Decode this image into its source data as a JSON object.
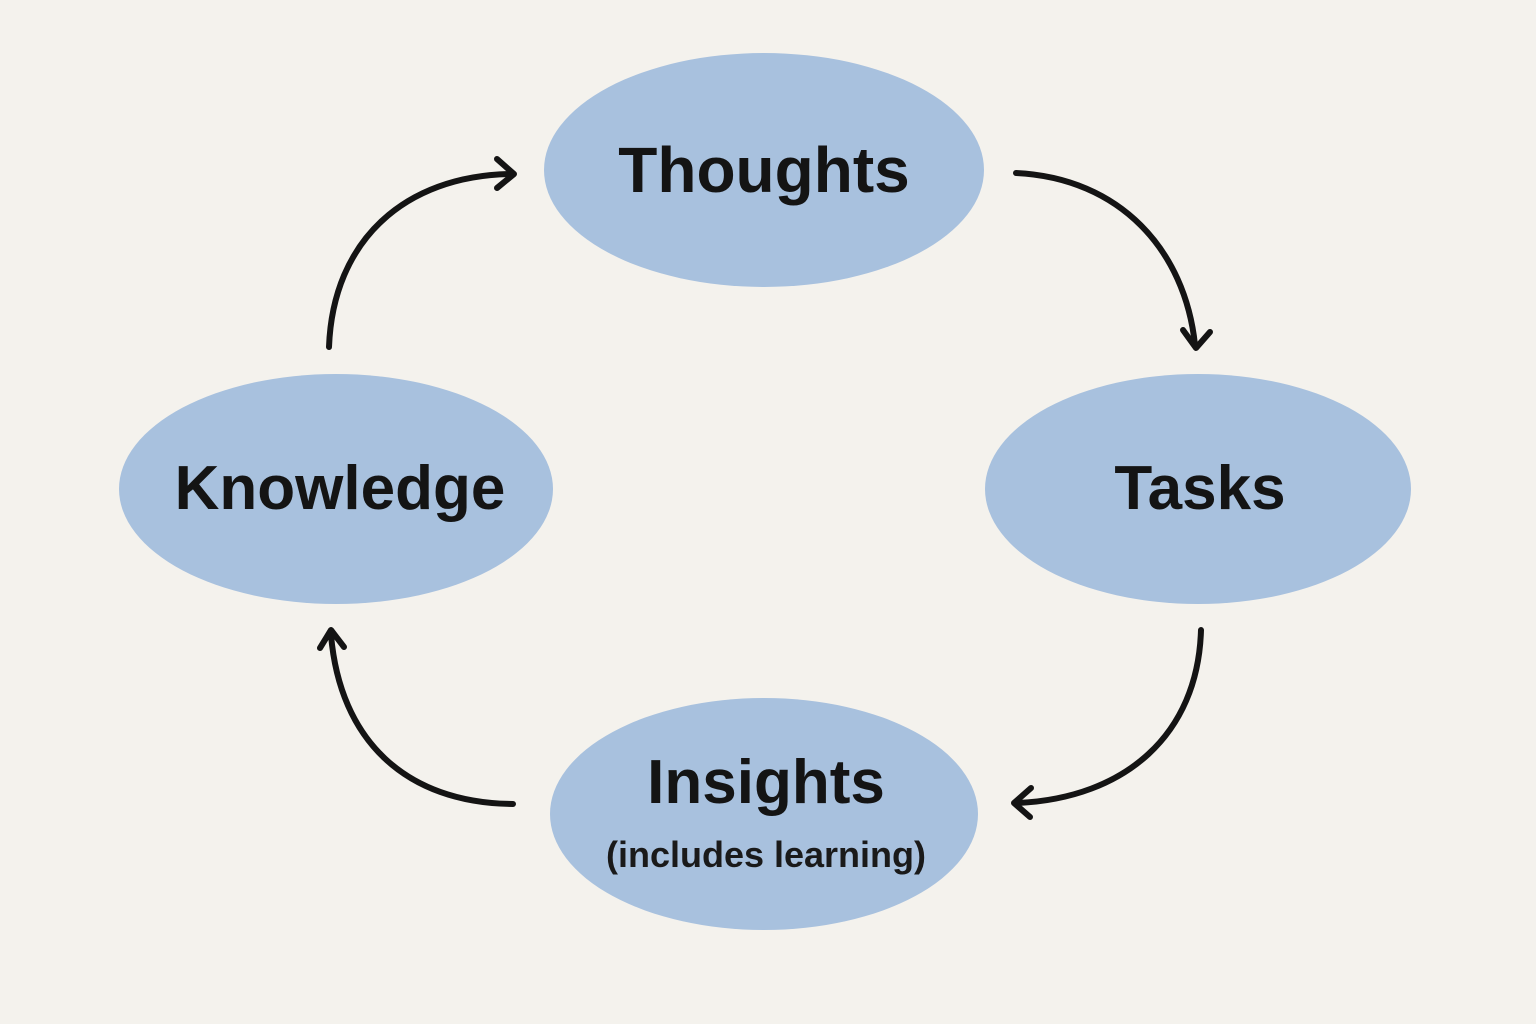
{
  "diagram": {
    "fill_color": "#a8c1de",
    "arrow_color": "#141414",
    "nodes": {
      "thoughts": {
        "label": "Thoughts"
      },
      "tasks": {
        "label": "Tasks"
      },
      "insights": {
        "label": "Insights",
        "sublabel": "(includes learning)"
      },
      "knowledge": {
        "label": "Knowledge"
      }
    },
    "edges": [
      {
        "from": "Thoughts",
        "to": "Tasks"
      },
      {
        "from": "Tasks",
        "to": "Insights"
      },
      {
        "from": "Insights",
        "to": "Knowledge"
      },
      {
        "from": "Knowledge",
        "to": "Thoughts"
      }
    ]
  }
}
